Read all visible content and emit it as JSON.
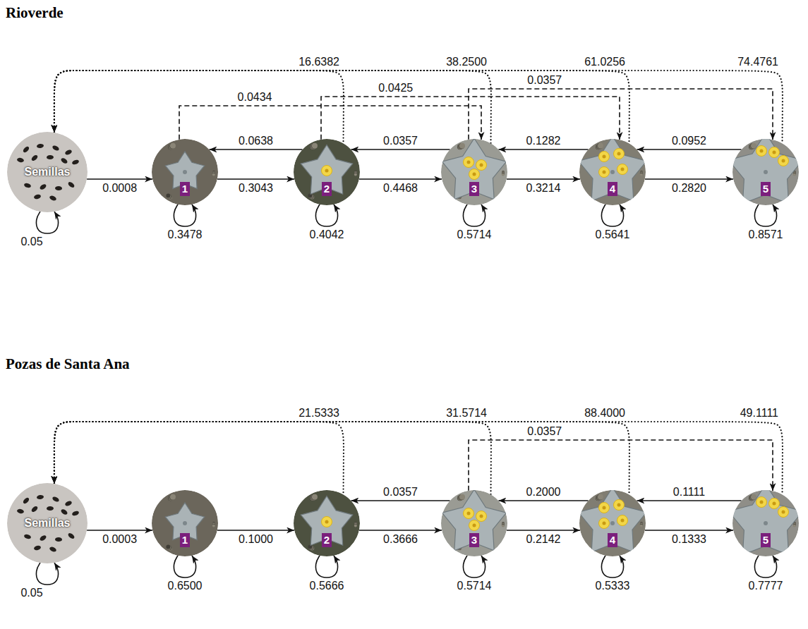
{
  "diagram": {
    "nodes": [
      {
        "text": [
          "Semillas"
        ]
      },
      {
        "text": [
          "1"
        ]
      },
      {
        "text": [
          "2"
        ]
      },
      {
        "text": [
          "3"
        ]
      },
      {
        "text": [
          "4"
        ]
      },
      {
        "text": [
          "5"
        ]
      },
      {
        "text": [
          "Semillas"
        ]
      },
      {
        "text": [
          "1"
        ]
      },
      {
        "text": [
          "2"
        ]
      },
      {
        "text": [
          "3"
        ]
      },
      {
        "text": [
          "4"
        ]
      },
      {
        "text": [
          "5"
        ]
      }
    ],
    "edges": [
      {
        "from": 0,
        "to": 0,
        "arrow": "to",
        "label": "0.05"
      },
      {
        "from": 0,
        "to": 1,
        "arrow": "to",
        "label": "0.0008"
      },
      {
        "from": 1,
        "to": 1,
        "arrow": "to",
        "label": "0.3478"
      },
      {
        "from": 1,
        "to": 2,
        "arrow": "to",
        "label": "0.3043"
      },
      {
        "from": 2,
        "to": 1,
        "arrow": "to",
        "label": "0.0638"
      },
      {
        "from": 2,
        "to": 2,
        "arrow": "to",
        "label": "0.4042"
      },
      {
        "from": 2,
        "to": 3,
        "arrow": "to",
        "label": "0.4468"
      },
      {
        "from": 3,
        "to": 2,
        "arrow": "to",
        "label": "0.0357"
      },
      {
        "from": 3,
        "to": 3,
        "arrow": "to",
        "label": "0.5714"
      },
      {
        "from": 3,
        "to": 4,
        "arrow": "to",
        "label": "0.3214"
      },
      {
        "from": 4,
        "to": 3,
        "arrow": "to",
        "label": "0.1282"
      },
      {
        "from": 4,
        "to": 4,
        "arrow": "to",
        "label": "0.5641"
      },
      {
        "from": 4,
        "to": 5,
        "arrow": "to",
        "label": "0.2820"
      },
      {
        "from": 5,
        "to": 4,
        "arrow": "to",
        "label": "0.0952"
      },
      {
        "from": 5,
        "to": 5,
        "arrow": "to",
        "label": "0.8571"
      },
      {
        "from": 1,
        "to": 3,
        "arrow": "to",
        "label": "0.0434"
      },
      {
        "from": 2,
        "to": 4,
        "arrow": "to",
        "label": "0.0425"
      },
      {
        "from": 3,
        "to": 5,
        "arrow": "to",
        "label": "0.0357"
      },
      {
        "from": 2,
        "to": 0,
        "arrow": "to",
        "label": "16.6382"
      },
      {
        "from": 3,
        "to": 0,
        "arrow": "to",
        "label": "38.2500"
      },
      {
        "from": 4,
        "to": 0,
        "arrow": "to",
        "label": "61.0256"
      },
      {
        "from": 5,
        "to": 0,
        "arrow": "to",
        "label": "74.4761"
      },
      {
        "from": 6,
        "to": 6,
        "arrow": "to",
        "label": "0.05"
      },
      {
        "from": 6,
        "to": 7,
        "arrow": "to",
        "label": "0.0003"
      },
      {
        "from": 7,
        "to": 7,
        "arrow": "to",
        "label": "0.6500"
      },
      {
        "from": 7,
        "to": 8,
        "arrow": "to",
        "label": "0.1000"
      },
      {
        "from": 8,
        "to": 8,
        "arrow": "to",
        "label": "0.5666"
      },
      {
        "from": 8,
        "to": 9,
        "arrow": "to",
        "label": "0.3666"
      },
      {
        "from": 9,
        "to": 8,
        "arrow": "to",
        "label": "0.0357"
      },
      {
        "from": 9,
        "to": 9,
        "arrow": "to",
        "label": "0.5714"
      },
      {
        "from": 9,
        "to": 10,
        "arrow": "to",
        "label": "0.2142"
      },
      {
        "from": 10,
        "to": 9,
        "arrow": "to",
        "label": "0.2000"
      },
      {
        "from": 10,
        "to": 10,
        "arrow": "to",
        "label": "0.5333"
      },
      {
        "from": 10,
        "to": 11,
        "arrow": "to",
        "label": "0.1333"
      },
      {
        "from": 11,
        "to": 10,
        "arrow": "to",
        "label": "0.1111"
      },
      {
        "from": 11,
        "to": 11,
        "arrow": "to",
        "label": "0.7777"
      },
      {
        "from": 9,
        "to": 11,
        "arrow": "to",
        "label": "0.0357"
      },
      {
        "from": 8,
        "to": 6,
        "arrow": "to",
        "label": "21.5333"
      },
      {
        "from": 9,
        "to": 6,
        "arrow": "to",
        "label": "31.5714"
      },
      {
        "from": 10,
        "to": 6,
        "arrow": "to",
        "label": "88.4000"
      },
      {
        "from": 11,
        "to": 6,
        "arrow": "to",
        "label": "49.1111"
      }
    ],
    "labels": [
      "Rioverde",
      "Pozas de Santa Ana"
    ]
  }
}
